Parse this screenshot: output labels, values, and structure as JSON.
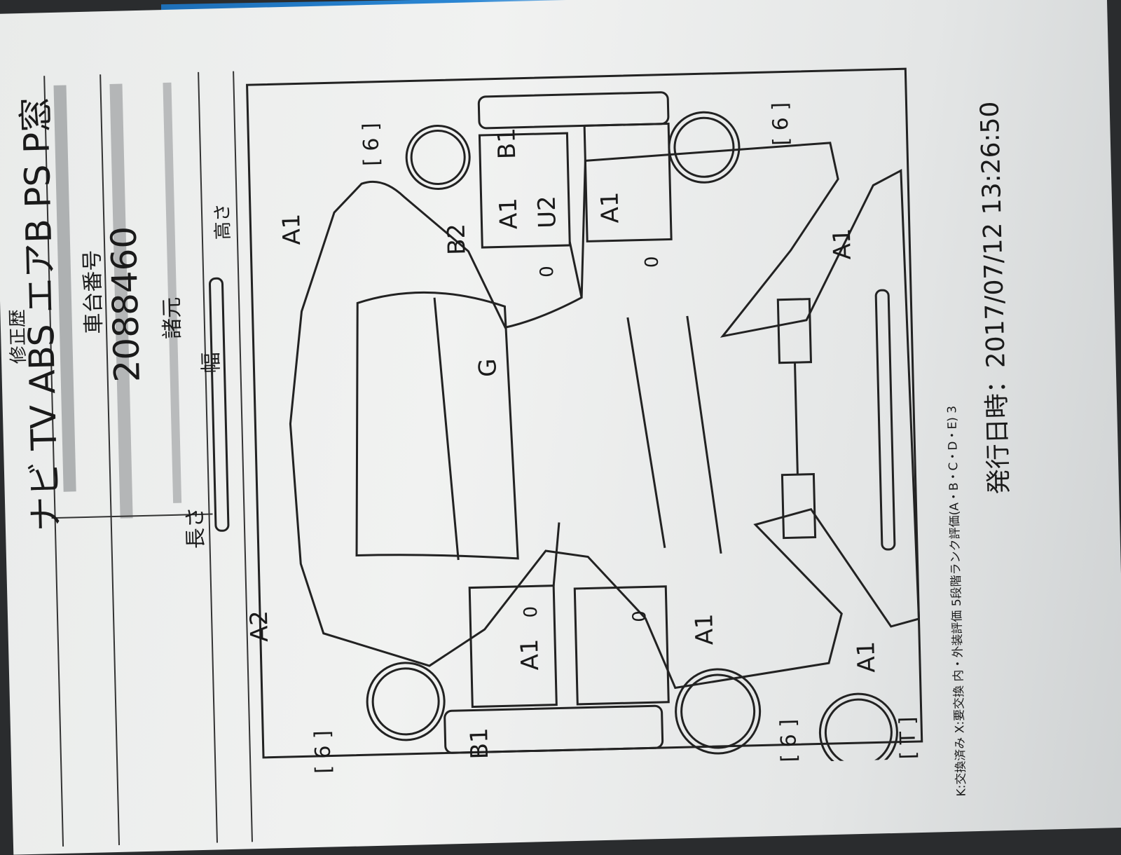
{
  "header": {
    "equipment": "ナビ TV ABS エアB PS P窓",
    "status_partial": "修正歴",
    "chassis_label": "車台番号",
    "chassis_number": "2088460",
    "spec_label": "諸元",
    "length_label": "長さ",
    "width_label": "幅",
    "height_label": "高さ"
  },
  "diagram": {
    "tire_code": "[ 6 ]",
    "spare_code": "[ T ]",
    "damage_codes": {
      "front_left_fender": "A1",
      "front_right_fender": "A2",
      "rear_left_quarter": "B1",
      "rear_right_quarter": "B1",
      "rear_door_left": "A1",
      "front_door_left": "A1",
      "door_dent_left": "U2",
      "pillar": "B2",
      "roof": "G",
      "rear_right_door": "A1",
      "front_right_door": "A1",
      "rear_bumper_top": "A1",
      "rear_bumper_bottom": "A1",
      "zero_1": "0",
      "zero_2": "0",
      "zero_3": "0",
      "zero_4": "0"
    }
  },
  "footer": {
    "legend_line": "K:交換済み X:要交換 内・外装評価 5段階ランク評価(A・B・C・D・E) 3",
    "issued_label": "発行日時：",
    "issued_datetime": "2017/07/12 13:26:50"
  }
}
